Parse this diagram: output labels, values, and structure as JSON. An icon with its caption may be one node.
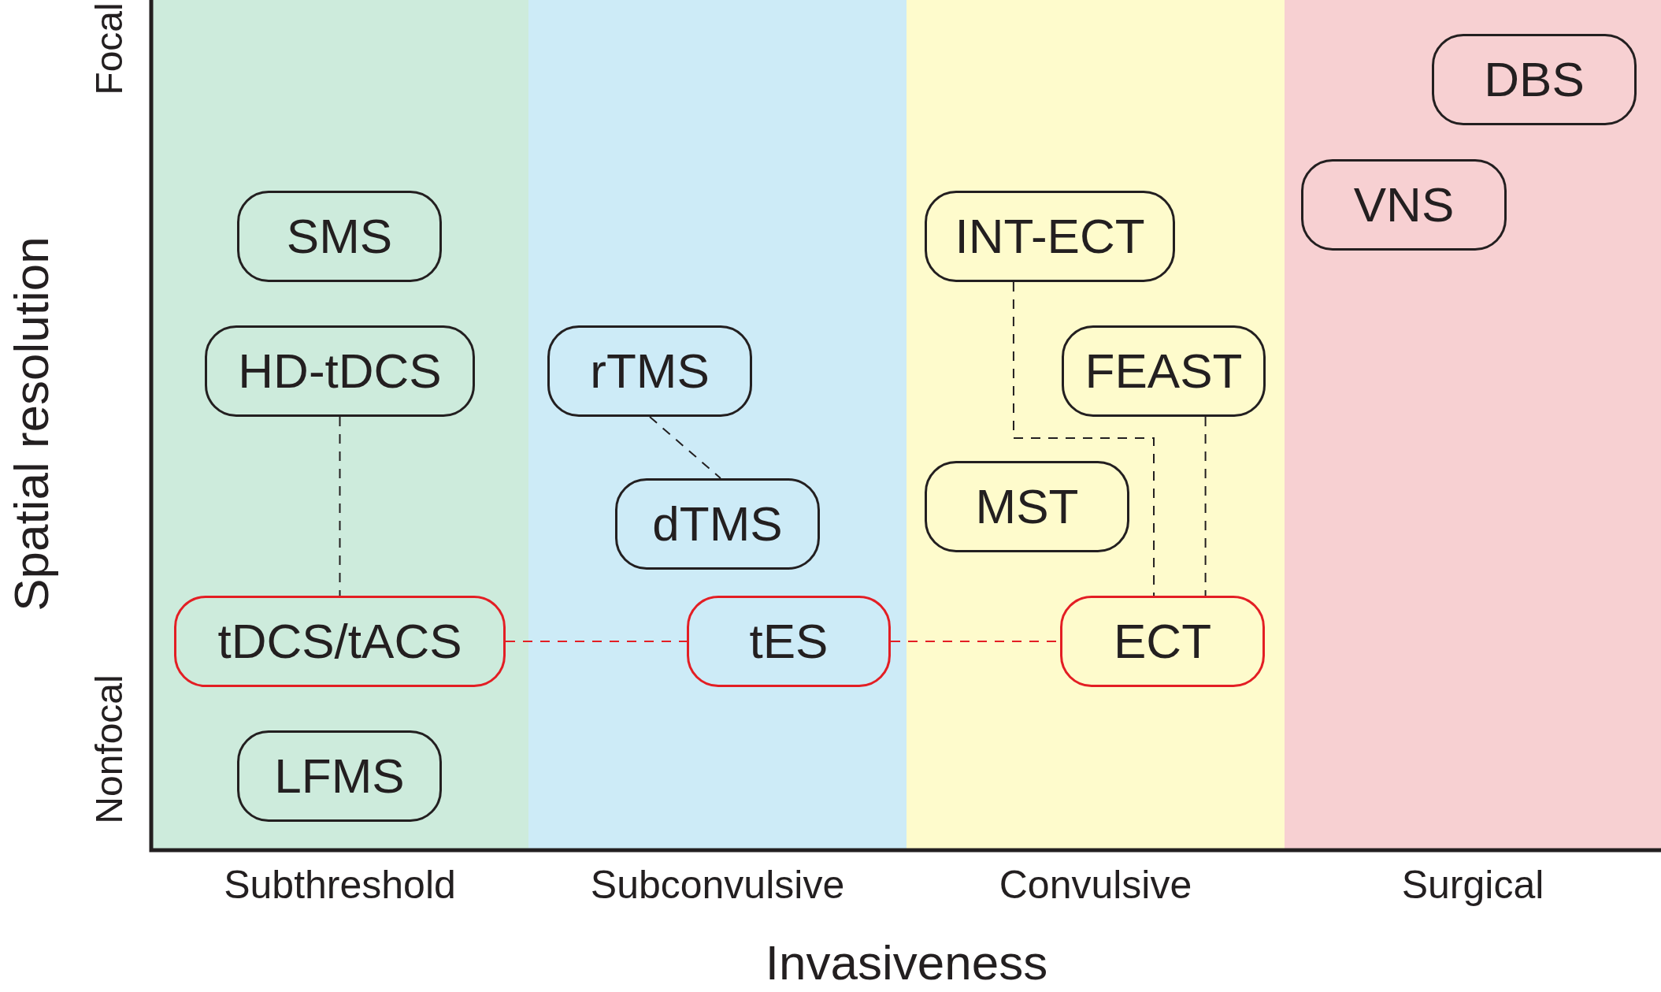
{
  "diagram": {
    "nodes": [
      {
        "text": [
          "Subthreshold"
        ]
      },
      {
        "text": [
          "Subconvulsive"
        ]
      },
      {
        "text": [
          "Convulsive"
        ]
      },
      {
        "text": [
          "Surgical"
        ]
      },
      {
        "text": [
          "DBS"
        ],
        "in": 3
      },
      {
        "text": [
          "VNS"
        ],
        "in": 3
      },
      {
        "text": [
          "SMS"
        ],
        "in": 0
      },
      {
        "text": [
          "INT-ECT"
        ],
        "in": 2
      },
      {
        "text": [
          "HD-tDCS"
        ],
        "in": 0
      },
      {
        "text": [
          "rTMS"
        ],
        "in": 1
      },
      {
        "text": [
          "FEAST"
        ],
        "in": 2
      },
      {
        "text": [
          "MST"
        ],
        "in": 2
      },
      {
        "text": [
          "dTMS"
        ],
        "in": 1
      },
      {
        "text": [
          "tDCS/tACS"
        ],
        "in": 0
      },
      {
        "text": [
          "tES"
        ],
        "in": 1
      },
      {
        "text": [
          "ECT"
        ],
        "in": 2
      },
      {
        "text": [
          "LFMS"
        ],
        "in": 0
      }
    ],
    "edges": [
      {
        "from": 8,
        "to": 13,
        "arrow": "none",
        "style": "dashed"
      },
      {
        "from": 9,
        "to": 12,
        "arrow": "none",
        "style": "dashed"
      },
      {
        "from": 7,
        "to": 15,
        "arrow": "none",
        "style": "dashed"
      },
      {
        "from": 10,
        "to": 15,
        "arrow": "none",
        "style": "dashed"
      },
      {
        "from": 13,
        "to": 14,
        "arrow": "none",
        "style": "dashed",
        "color": "#e31e24"
      },
      {
        "from": 14,
        "to": 15,
        "arrow": "none",
        "style": "dashed",
        "color": "#e31e24"
      }
    ],
    "labels": [
      "Focal",
      "Spatial resolution",
      "Nonfocal",
      "Invasiveness"
    ]
  }
}
